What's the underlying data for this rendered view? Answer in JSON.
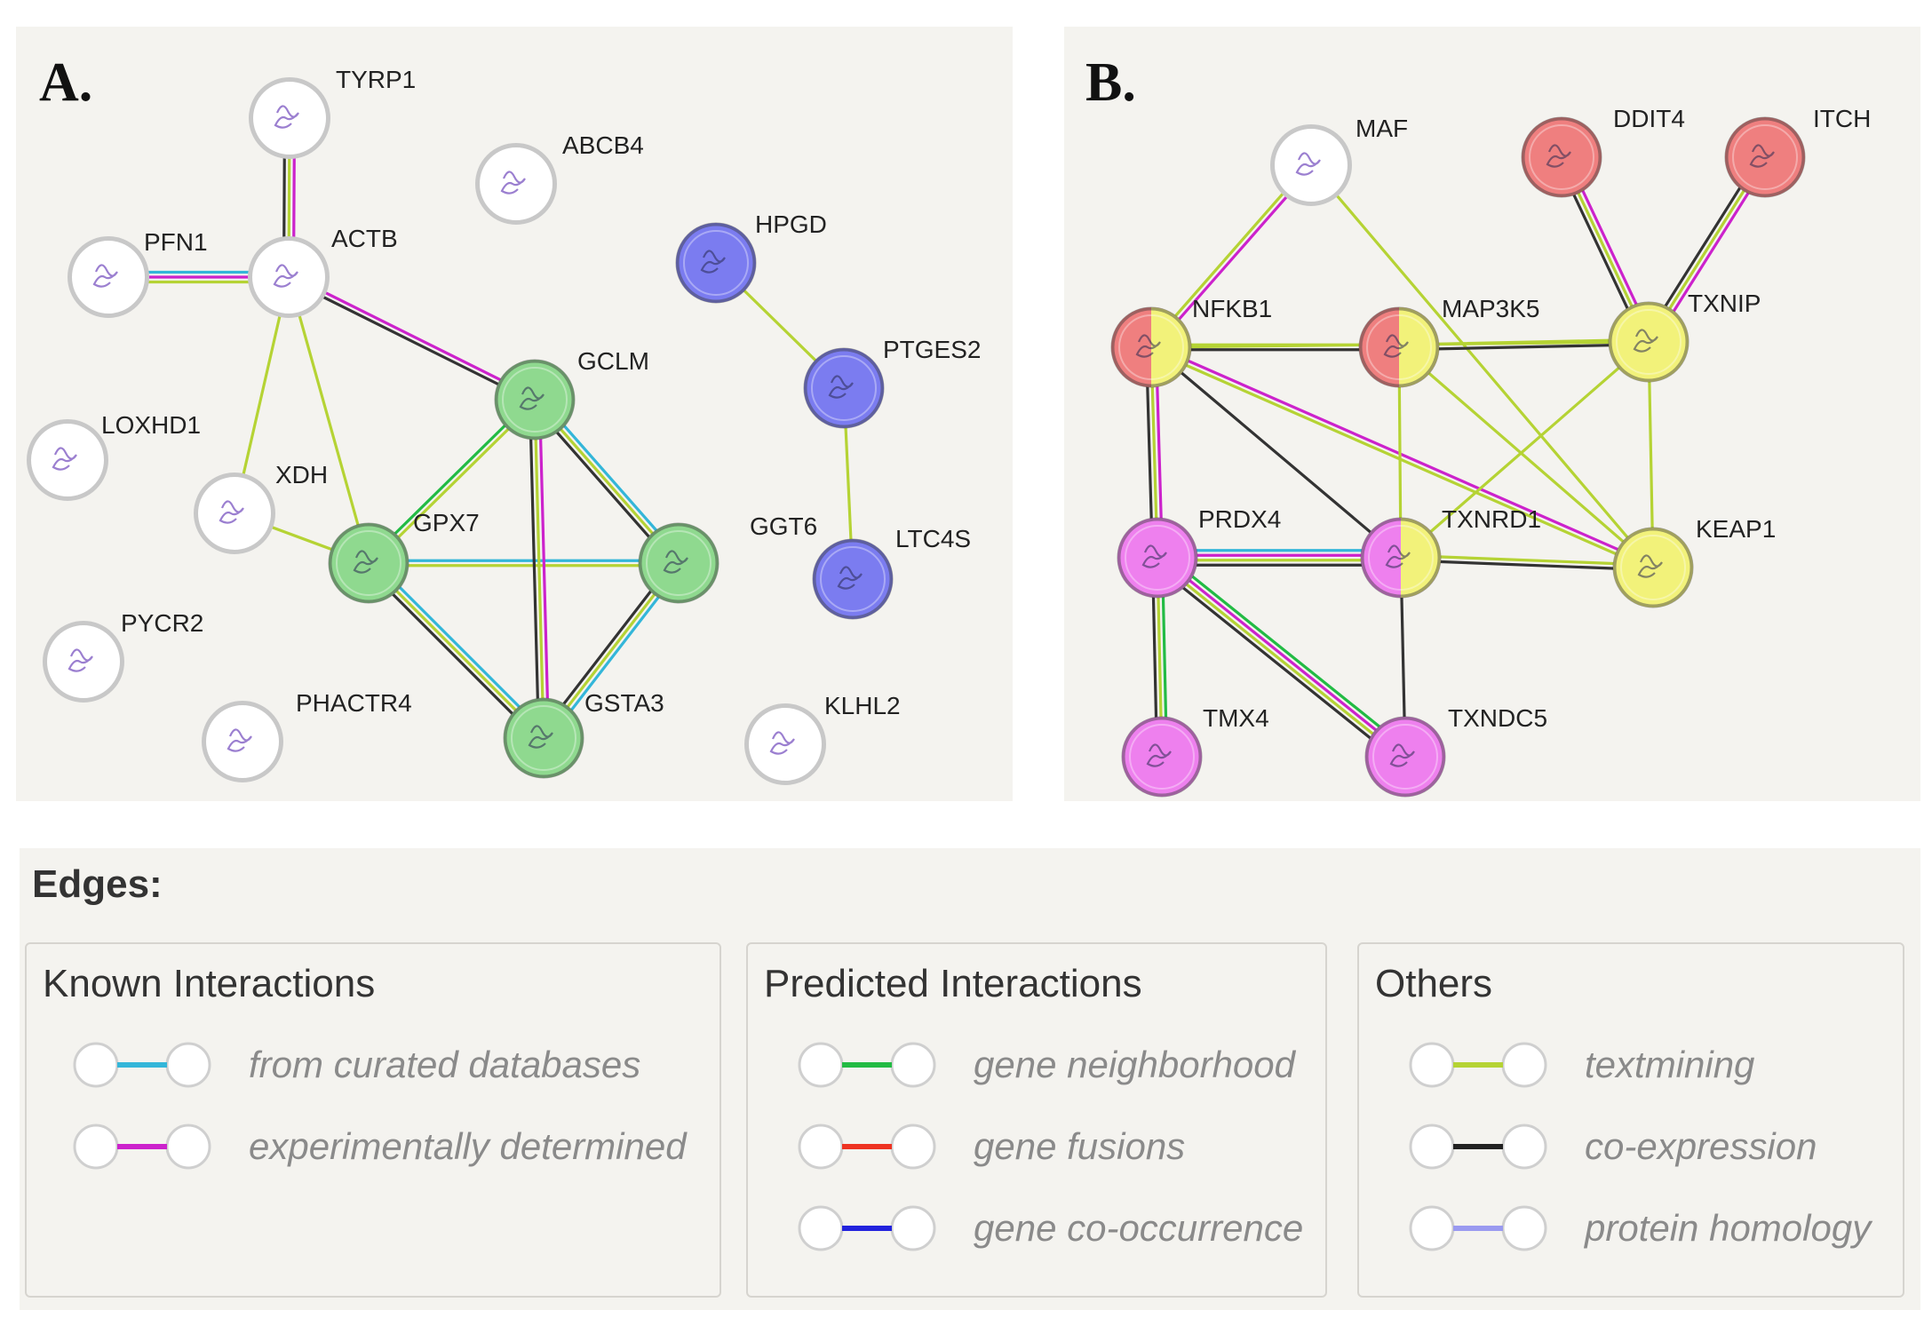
{
  "panels": {
    "a": {
      "letter": "A.",
      "nodes": [
        {
          "id": "TYRP1",
          "label": "TYRP1",
          "color": "#ffffff",
          "color2": null
        },
        {
          "id": "ABCB4",
          "label": "ABCB4",
          "color": "#ffffff",
          "color2": null
        },
        {
          "id": "PFN1",
          "label": "PFN1",
          "color": "#ffffff",
          "color2": null
        },
        {
          "id": "ACTB",
          "label": "ACTB",
          "color": "#ffffff",
          "color2": null
        },
        {
          "id": "HPGD",
          "label": "HPGD",
          "color": "#7b7cf0",
          "color2": null
        },
        {
          "id": "PTGES2",
          "label": "PTGES2",
          "color": "#7b7cf0",
          "color2": null
        },
        {
          "id": "GCLM",
          "label": "GCLM",
          "color": "#8fd98f",
          "color2": null
        },
        {
          "id": "LOXHD1",
          "label": "LOXHD1",
          "color": "#ffffff",
          "color2": null
        },
        {
          "id": "XDH",
          "label": "XDH",
          "color": "#ffffff",
          "color2": null
        },
        {
          "id": "GPX7",
          "label": "GPX7",
          "color": "#8fd98f",
          "color2": null
        },
        {
          "id": "GGT6",
          "label": "GGT6",
          "color": "#8fd98f",
          "color2": null
        },
        {
          "id": "LTC4S",
          "label": "LTC4S",
          "color": "#7b7cf0",
          "color2": null
        },
        {
          "id": "PYCR2",
          "label": "PYCR2",
          "color": "#ffffff",
          "color2": null
        },
        {
          "id": "PHACTR4",
          "label": "PHACTR4",
          "color": "#ffffff",
          "color2": null
        },
        {
          "id": "GSTA3",
          "label": "GSTA3",
          "color": "#8fd98f",
          "color2": null
        },
        {
          "id": "KLHL2",
          "label": "KLHL2",
          "color": "#ffffff",
          "color2": null
        }
      ],
      "edges": [
        {
          "from": "TYRP1",
          "to": "ACTB",
          "types": [
            "experimentally_determined",
            "textmining",
            "coexpression"
          ]
        },
        {
          "from": "PFN1",
          "to": "ACTB",
          "types": [
            "curated_databases",
            "experimentally_determined",
            "textmining"
          ]
        },
        {
          "from": "ACTB",
          "to": "GCLM",
          "types": [
            "experimentally_determined",
            "coexpression"
          ]
        },
        {
          "from": "ACTB",
          "to": "XDH",
          "types": [
            "textmining"
          ]
        },
        {
          "from": "ACTB",
          "to": "GPX7",
          "types": [
            "textmining"
          ]
        },
        {
          "from": "XDH",
          "to": "GPX7",
          "types": [
            "textmining"
          ]
        },
        {
          "from": "GPX7",
          "to": "GCLM",
          "types": [
            "gene_neighborhood",
            "textmining"
          ]
        },
        {
          "from": "GPX7",
          "to": "GGT6",
          "types": [
            "curated_databases",
            "textmining"
          ]
        },
        {
          "from": "GPX7",
          "to": "GSTA3",
          "types": [
            "curated_databases",
            "textmining",
            "coexpression"
          ]
        },
        {
          "from": "GCLM",
          "to": "GGT6",
          "types": [
            "curated_databases",
            "textmining",
            "coexpression"
          ]
        },
        {
          "from": "GCLM",
          "to": "GSTA3",
          "types": [
            "experimentally_determined",
            "textmining",
            "coexpression"
          ]
        },
        {
          "from": "GGT6",
          "to": "GSTA3",
          "types": [
            "curated_databases",
            "textmining",
            "coexpression"
          ]
        },
        {
          "from": "HPGD",
          "to": "PTGES2",
          "types": [
            "textmining"
          ]
        },
        {
          "from": "PTGES2",
          "to": "LTC4S",
          "types": [
            "textmining"
          ]
        }
      ]
    },
    "b": {
      "letter": "B.",
      "nodes": [
        {
          "id": "MAF",
          "label": "MAF",
          "color": "#ffffff",
          "color2": null
        },
        {
          "id": "DDIT4",
          "label": "DDIT4",
          "color": "#ef7f7f",
          "color2": null
        },
        {
          "id": "ITCH",
          "label": "ITCH",
          "color": "#ef7f7f",
          "color2": null
        },
        {
          "id": "NFKB1",
          "label": "NFKB1",
          "color": "#ef7f7f",
          "color2": "#f2f27a"
        },
        {
          "id": "MAP3K5",
          "label": "MAP3K5",
          "color": "#ef7f7f",
          "color2": "#f2f27a"
        },
        {
          "id": "TXNIP",
          "label": "TXNIP",
          "color": "#f2f27a",
          "color2": null
        },
        {
          "id": "PRDX4",
          "label": "PRDX4",
          "color": "#ee80ee",
          "color2": null
        },
        {
          "id": "TXNRD1",
          "label": "TXNRD1",
          "color": "#ee80ee",
          "color2": "#f2f27a"
        },
        {
          "id": "KEAP1",
          "label": "KEAP1",
          "color": "#f2f27a",
          "color2": null
        },
        {
          "id": "TMX4",
          "label": "TMX4",
          "color": "#ee80ee",
          "color2": null
        },
        {
          "id": "TXNDC5",
          "label": "TXNDC5",
          "color": "#ee80ee",
          "color2": null
        }
      ],
      "edges": [
        {
          "from": "MAF",
          "to": "NFKB1",
          "types": [
            "experimentally_determined",
            "textmining"
          ]
        },
        {
          "from": "MAF",
          "to": "KEAP1",
          "types": [
            "textmining"
          ]
        },
        {
          "from": "DDIT4",
          "to": "TXNIP",
          "types": [
            "experimentally_determined",
            "textmining",
            "coexpression"
          ]
        },
        {
          "from": "ITCH",
          "to": "TXNIP",
          "types": [
            "experimentally_determined",
            "textmining",
            "coexpression"
          ]
        },
        {
          "from": "NFKB1",
          "to": "MAP3K5",
          "types": [
            "textmining",
            "coexpression"
          ]
        },
        {
          "from": "NFKB1",
          "to": "TXNIP",
          "types": [
            "textmining"
          ]
        },
        {
          "from": "NFKB1",
          "to": "KEAP1",
          "types": [
            "experimentally_determined",
            "textmining"
          ]
        },
        {
          "from": "NFKB1",
          "to": "TXNRD1",
          "types": [
            "coexpression"
          ]
        },
        {
          "from": "NFKB1",
          "to": "PRDX4",
          "types": [
            "experimentally_determined",
            "textmining",
            "coexpression"
          ]
        },
        {
          "from": "MAP3K5",
          "to": "TXNIP",
          "types": [
            "textmining",
            "coexpression"
          ]
        },
        {
          "from": "MAP3K5",
          "to": "KEAP1",
          "types": [
            "textmining"
          ]
        },
        {
          "from": "MAP3K5",
          "to": "TXNRD1",
          "types": [
            "textmining"
          ]
        },
        {
          "from": "TXNIP",
          "to": "TXNRD1",
          "types": [
            "textmining"
          ]
        },
        {
          "from": "TXNIP",
          "to": "KEAP1",
          "types": [
            "textmining"
          ]
        },
        {
          "from": "PRDX4",
          "to": "TXNRD1",
          "types": [
            "curated_databases",
            "experimentally_determined",
            "textmining",
            "coexpression"
          ]
        },
        {
          "from": "TXNRD1",
          "to": "KEAP1",
          "types": [
            "textmining",
            "coexpression"
          ]
        },
        {
          "from": "PRDX4",
          "to": "TMX4",
          "types": [
            "gene_neighborhood",
            "textmining",
            "coexpression"
          ]
        },
        {
          "from": "PRDX4",
          "to": "TXNDC5",
          "types": [
            "gene_neighborhood",
            "experimentally_determined",
            "textmining",
            "coexpression"
          ]
        },
        {
          "from": "TXNRD1",
          "to": "TXNDC5",
          "types": [
            "coexpression"
          ]
        }
      ]
    }
  },
  "legend": {
    "title": "Edges:",
    "groups": [
      {
        "title": "Known Interactions",
        "items": [
          {
            "label": "from curated databases",
            "color": "#33b6d9"
          },
          {
            "label": "experimentally determined",
            "color": "#cc22cc"
          }
        ]
      },
      {
        "title": "Predicted Interactions",
        "items": [
          {
            "label": "gene neighborhood",
            "color": "#22bb44"
          },
          {
            "label": "gene fusions",
            "color": "#ee3322"
          },
          {
            "label": "gene co-occurrence",
            "color": "#2222dd"
          }
        ]
      },
      {
        "title": "Others",
        "items": [
          {
            "label": "textmining",
            "color": "#b5d334"
          },
          {
            "label": "co-expression",
            "color": "#222222"
          },
          {
            "label": "protein homology",
            "color": "#9a9af0"
          }
        ]
      }
    ]
  },
  "edge_colors": {
    "curated_databases": "#33b6d9",
    "experimentally_determined": "#cc22cc",
    "gene_neighborhood": "#22bb44",
    "gene_fusions": "#ee3322",
    "gene_cooccurrence": "#2222dd",
    "textmining": "#b5d334",
    "coexpression": "#333333",
    "protein_homology": "#9a9af0"
  }
}
